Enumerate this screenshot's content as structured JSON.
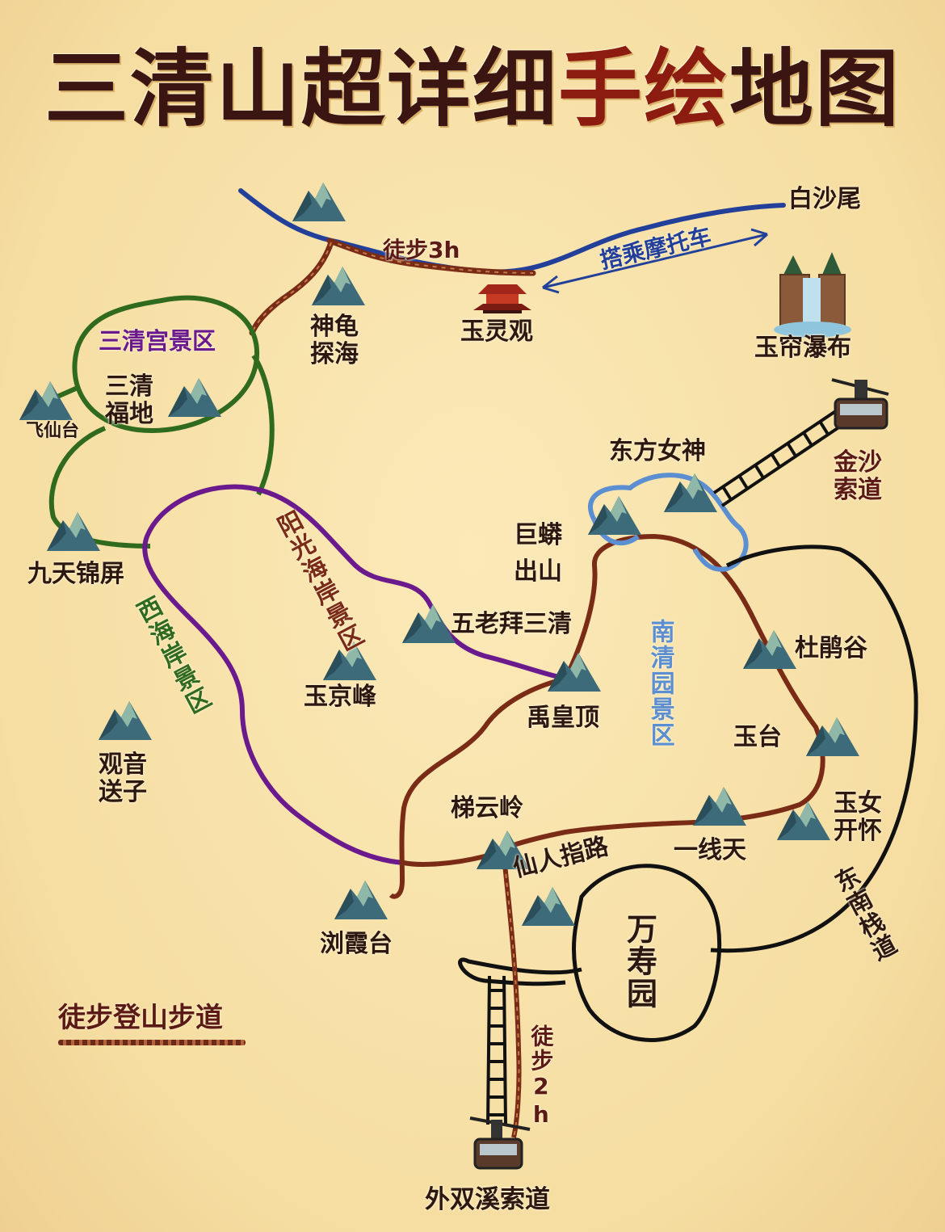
{
  "title": {
    "part1": "三清山超详细",
    "part2": "手绘",
    "part3": "地图"
  },
  "colors": {
    "title_dark": "#3b1512",
    "title_red": "#8c1c10",
    "background": "#f8e2a8",
    "river": "#22409a",
    "hiking_trail": "#7a2b16",
    "sanqinggong_zone": "#2f6a1f",
    "yangguang_zone": "#6a1a8c",
    "nanqingyuan_zone": "#7a2b16",
    "dongfang_loop": "#5b8fd1",
    "southeast_trail": "#111111"
  },
  "places": {
    "baishawei": "白沙尾",
    "hike_3h": "徒步3h",
    "motorbike": "搭乘摩托车",
    "yulingguan": "玉灵观",
    "shengui": "神龟探海",
    "yulian": "玉帘瀑布",
    "sanqing_fudi": "三清福地",
    "feixiantai": "飞仙台",
    "dongfang_nvshen": "东方女神",
    "jinsha": "金沙索道",
    "jumang": "巨蟒出山",
    "jiutian": "九天锦屏",
    "wulao": "五老拜三清",
    "dujuan": "杜鹃谷",
    "yujing": "玉京峰",
    "yuhuang": "禹皇顶",
    "yutai": "玉台",
    "guanyin": "观音送子",
    "tiyun": "梯云岭",
    "yunv": "玉女开怀",
    "yixiantian": "一线天",
    "xianren": "仙人指路",
    "liuxia": "浏霞台",
    "wanshou": "万寿园",
    "hike_2h": "徒步2h",
    "waishuangxi": "外双溪索道"
  },
  "zones": {
    "sanqinggong": "三清宫景区",
    "yangguang": "阳光海岸景区",
    "xihaian": "西海岸景区",
    "nanqingyuan": "南清园景区",
    "dongnan": "东南栈道"
  },
  "legend": {
    "label": "徒步登山步道"
  }
}
